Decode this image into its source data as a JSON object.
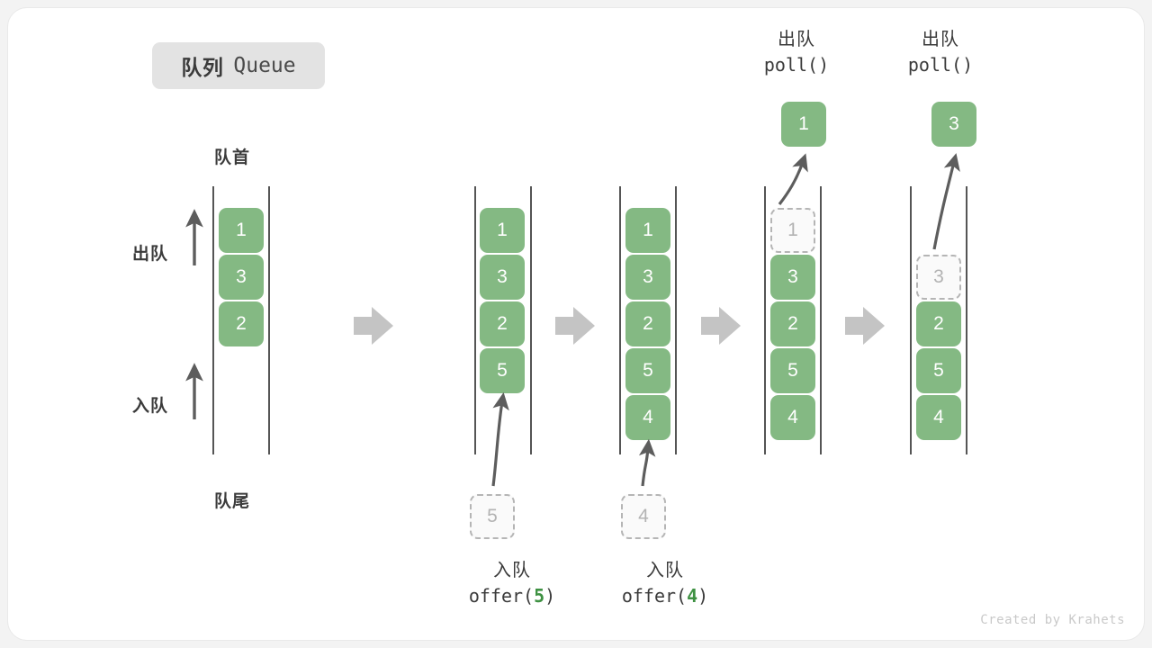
{
  "title": {
    "cn": "队列",
    "en": "Queue"
  },
  "labels": {
    "front": "队首",
    "rear": "队尾",
    "dequeue_side": "出队",
    "enqueue_side": "入队"
  },
  "watermark": "Created by Krahets",
  "colors": {
    "element": "#84b983",
    "ghost_border": "#b5b5b5",
    "ghost_text": "#b3b3b3",
    "channel": "#555555",
    "flow_arrow": "#c4c4c4",
    "text": "#3b3b3b",
    "badge_bg": "#e3e3e3",
    "code_accent": "#3e9142"
  },
  "stages": [
    {
      "id": "initial",
      "elements": [
        "1",
        "3",
        "2"
      ],
      "ghost_slot": null,
      "ghost_value": null,
      "side_labels": true,
      "head_tail_labels": true,
      "detached": null,
      "op_top": null,
      "op_bottom": null,
      "pending": null
    },
    {
      "id": "after-offer-5",
      "elements": [
        "1",
        "3",
        "2",
        "5"
      ],
      "ghost_slot": null,
      "ghost_value": null,
      "detached": null,
      "op_top": null,
      "op_bottom": {
        "cn": "入队",
        "code_prefix": "offer(",
        "code_num": "5",
        "code_suffix": ")"
      },
      "pending": "5"
    },
    {
      "id": "after-offer-4",
      "elements": [
        "1",
        "3",
        "2",
        "5",
        "4"
      ],
      "ghost_slot": null,
      "ghost_value": null,
      "detached": null,
      "op_top": null,
      "op_bottom": {
        "cn": "入队",
        "code_prefix": "offer(",
        "code_num": "4",
        "code_suffix": ")"
      },
      "pending": "4"
    },
    {
      "id": "after-poll-1",
      "elements": [
        "3",
        "2",
        "5",
        "4"
      ],
      "ghost_slot": 0,
      "ghost_value": "1",
      "detached": "1",
      "op_top": {
        "cn": "出队",
        "code": "poll()"
      },
      "op_bottom": null,
      "pending": null
    },
    {
      "id": "after-poll-3",
      "elements": [
        "2",
        "5",
        "4"
      ],
      "ghost_slot": 1,
      "ghost_value": "3",
      "detached": "3",
      "op_top": {
        "cn": "出队",
        "code": "poll()"
      },
      "op_bottom": null,
      "pending": null
    }
  ],
  "flow_arrows": 4
}
